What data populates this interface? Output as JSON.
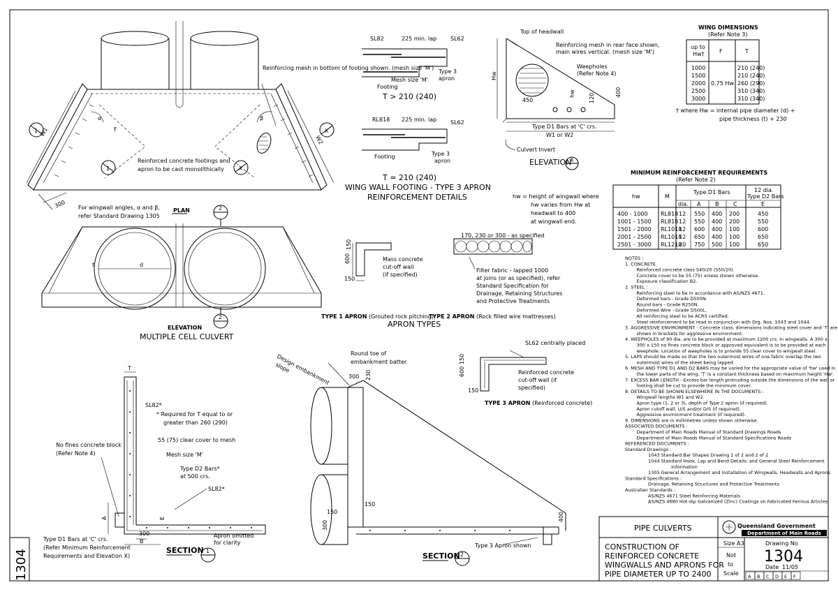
{
  "sheet_number_side": "1304",
  "plan": {
    "title": "PLAN",
    "note_footing": "Reinforcing mesh in bottom of footing shown. (mesh size 'M')",
    "note_monolithic": [
      "Reinforced concrete footings and",
      "apron to be cast monolithically"
    ],
    "note_angles": [
      "For wingwall angles,  α and β,",
      "refer Standard Drawing 1305"
    ],
    "dim_300": "300",
    "labels": {
      "w1": "W1",
      "w2": "W2",
      "f": "F",
      "alpha": "α",
      "beta": "β",
      "x": "X",
      "one": "1",
      "two": "2"
    }
  },
  "footing": {
    "d1": {
      "sl82": "SL82",
      "lap": "225 min. lap",
      "sl62": "SL62",
      "mesh": "Mesh size 'M'",
      "type3": [
        "Type 3",
        "apron"
      ],
      "footing": "Footing",
      "caption": "T > 210 (240)"
    },
    "d2": {
      "rl818": "RL818",
      "lap": "225 min. lap",
      "sl62": "SL62",
      "footing": "Footing",
      "type3": [
        "Type 3",
        "apron"
      ],
      "caption": "T = 210 (240)"
    },
    "title": [
      "WING WALL FOOTING - TYPE 3 APRON",
      "REINFORCEMENT DETAILS"
    ]
  },
  "elevation_x": {
    "top": "Top of headwall",
    "mesh": [
      "Reinforcing mesh in rear face shown,",
      "main wires vertical. (mesh size 'M')"
    ],
    "weep": [
      "Weepholes",
      "(Refer Note 4)"
    ],
    "hw": "Hw",
    "hw_small": "hw",
    "d450": "450",
    "d120": "120",
    "d400": "400",
    "bars": "Type D1 Bars at 'C' crs.",
    "w": "W1 or W2",
    "invert": "Culvert Invert",
    "title": "ELEVATION",
    "mark": "X",
    "hw_note": [
      "hw = height of wingwall where",
      "hw varies from Hw at",
      "headwall to 400",
      "at wingwall end."
    ]
  },
  "wing_table": {
    "title": "WING DIMENSIONS",
    "subtitle": "(Refer Note 3)",
    "headers": [
      "up to Hw†",
      "F",
      "T"
    ],
    "hw": [
      "1000",
      "1500",
      "2000",
      "2500",
      "3000"
    ],
    "f": "0.75 Hw",
    "t": [
      "210 (240)",
      "210 (240)",
      "260 (290)",
      "310 (340)",
      "310 (340)"
    ],
    "note": [
      "† where  Hw = internal pipe diameter (d) +",
      "pipe thickness (t) + 230"
    ]
  },
  "min_reinf": {
    "title": "MINIMUM REINFORCEMENT REQUIREMENTS",
    "subtitle": "(Refer Note 2)",
    "headers": {
      "hw": "hw",
      "m": "M",
      "d1": "Type D1 Bars",
      "d2": "12 dia. Type D2 Bars",
      "dia": "dia.",
      "a": "A",
      "b": "B",
      "c": "C",
      "e": "E"
    },
    "rows": [
      [
        "400  -  1000",
        "RL818",
        "12",
        "550",
        "400",
        "200",
        "450"
      ],
      [
        "1001  -  1500",
        "RL818",
        "12",
        "550",
        "400",
        "200",
        "550"
      ],
      [
        "1501  -  2000",
        "RL1018",
        "12",
        "600",
        "400",
        "100",
        "600"
      ],
      [
        "2001  -  2500",
        "RL1018",
        "12",
        "650",
        "400",
        "100",
        "650"
      ],
      [
        "2501  -  3000",
        "RL1218",
        "20",
        "750",
        "500",
        "100",
        "650"
      ]
    ]
  },
  "notes": [
    "NOTES :",
    "1. CONCRETE",
    "    Reinforced concrete class S40/20 (S50/20).",
    "    Concrete cover to be 55 (75) unless shown otherwise.",
    "    Exposure classification B2.",
    "2. STEEL :",
    "    Reinforcing steel to be in accordance with AS/NZS 4671.",
    "    Deformed bars - Grade D500N.",
    "    Round bars - Grade R250N.",
    "    Deformed Wire - Grade D500L.",
    "    All reinforcing steel to be ACRS certified.",
    "    Steel reinforcement to be read in conjunction with Drg. Nos. 1043 and 1044.",
    "3. AGGRESSIVE ENVIRONMENT - Concrete class, dimensions indicating steel cover and 'T' are",
    "    shown in brackets for aggressive environment.",
    "4. WEEPHOLES of 90 dia. are to be provided at maximum 1200 crs. in wingwalls. A 300 x",
    "    300 x 150 no fines concrete block or approved equivalent is to be provided at each",
    "    weephole. Location of weepholes is to provide 55 clear cover to wingwall steel.",
    "5. LAPS should be made so that the two outermost wires of one fabric overlap the two",
    "    outermost wires of the sheet being lapped.",
    "6. MESH AND TYPE D1 AND D2 BARS may be varied for the appropriate value of 'hw' used in",
    "    the lower parts of the wing. 'T' is a constant thickness based on maximum height 'Hw'.",
    "7. EXCESS BAR LENGTH - Excess bar length protruding outside the dimensions of the wall or",
    "    footing shall be cut to provide the minimum cover.",
    "8. DETAILS TO BE SHOWN ELSEWHERE IN THE DOCUMENTS :",
    "    Wingwall lengths W1 and W2.",
    "    Apron type (1, 2 or 3), depth of Type 2 apron (if required).",
    "    Apron cutoff wall, U/S and/or D/S (if required).",
    "    Aggressive environment treatment (if required).",
    "9. DIMENSIONS are in millimetres unless shown otherwise.",
    "ASSOCIATED DOCUMENTS :",
    "    Department of Main Roads Manual of Standard Drawings Roads",
    "    Department of Main Roads Manual of Standard Specifications Roads",
    "REFERENCED DOCUMENTS :",
    "Standard Drawings :",
    "        1043 Standard Bar Shapes Drawing 1 of 2 and 2 of 2",
    "        1044 Standard Hook, Lap and Bend Details; and General Steel Reinforcement",
    "                Information",
    "        1305 General Arrangement and Installation of Wingwalls, Headwalls and Aprons",
    "Standard Specifications :",
    "        Drainage, Retaining Structures and Protective Treatments",
    "Australian Standards :",
    "        AS/NZS 4671 Steel Reinforcing Materials",
    "        AS/NZS 4680 Hot-dip Galvanized (Zinc) Coatings on Fabricated Ferrous Articles"
  ],
  "elevation_mc": {
    "title": "ELEVATION",
    "subtitle": "MULTIPLE CELL CULVERT",
    "t": "t",
    "d": "d",
    "mark": "2"
  },
  "apron_types": {
    "type1": {
      "dims": [
        "600",
        "150",
        "150"
      ],
      "note": [
        "Mass concrete",
        "cut-off wall",
        "(if specified)"
      ],
      "caption_b": "TYPE 1 APRON",
      "caption": " (Grouted rock pitching)"
    },
    "type2": {
      "top": "170, 230 or 300 - as specified",
      "note": [
        "Filter fabric - lapped 1000",
        "at joins (or as specified), refer",
        "Standard Specification for",
        "Drainage, Retaining Structures",
        "and Protective Treatments"
      ],
      "caption_b": "TYPE 2 APRON",
      "caption": " (Rock filled wire mattresses)"
    },
    "title": "APRON TYPES"
  },
  "section1": {
    "t": "T",
    "sl82": "SL82*",
    "req": [
      "* Required for T equal to or",
      "greater than 260 (290)"
    ],
    "nofines": [
      "No fines concrete block",
      "(Refer Note 4)"
    ],
    "cover": "55 (75) clear cover to mesh",
    "mesh": "Mesh size 'M'",
    "d2": [
      "Type D2 Bars*",
      "at 500 crs."
    ],
    "sl82b": "SL82*",
    "a": "A",
    "e": "E",
    "c300": "300",
    "b": "B",
    "d1": [
      "Type D1 Bars at 'C' crs.",
      "(Refer Minimum Reinforcement",
      "Requirements and Elevation X)"
    ],
    "apron": [
      "Apron omitted",
      "for clarity"
    ],
    "title": "SECTION",
    "mark": "1"
  },
  "section2": {
    "slope": [
      "Design embankment",
      "slope"
    ],
    "toe": [
      "Round toe of",
      "embankment batter"
    ],
    "d300": "300",
    "d230": "230",
    "d150": "150",
    "d150b": "150",
    "d400": "400",
    "d300b": "300",
    "apron": "Type 3 Apron shown",
    "title": "SECTION",
    "mark": "2"
  },
  "type3": {
    "sl62": "SL62 centrally placed",
    "dims": [
      "600",
      "150",
      "150"
    ],
    "note": [
      "Reinforced concrete",
      "cut-off wall (if",
      "specified)"
    ],
    "caption_b": "TYPE 3 APRON",
    "caption": " (Reinforced concrete)"
  },
  "title_block": {
    "category": "PIPE CULVERTS",
    "org": "Queensland Government",
    "dept": "Department of Main Roads",
    "title": [
      "CONSTRUCTION OF",
      "REINFORCED CONCRETE",
      "WINGWALLS AND APRONS FOR",
      "PIPE DIAMETER UP TO 2400"
    ],
    "size": "Size A3",
    "scale": [
      "Not",
      "to",
      "Scale"
    ],
    "drawing_no_label": "Drawing No",
    "drawing_no": "1304",
    "date_label": "Date",
    "date": "11/05",
    "revisions": [
      "A",
      "B",
      "C",
      "D",
      "E",
      "F"
    ]
  }
}
